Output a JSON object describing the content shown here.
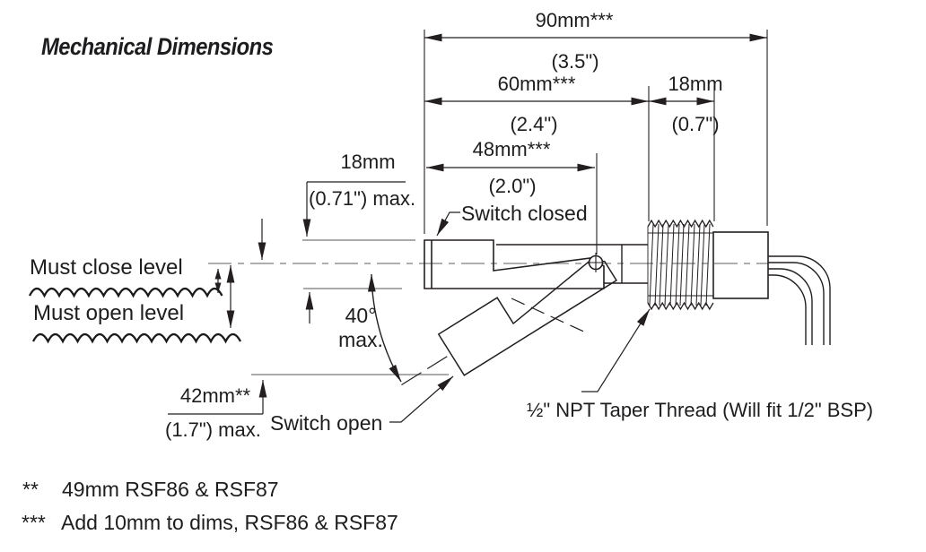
{
  "title": "Mechanical Dimensions",
  "dimensions": {
    "overall": {
      "metric": "90mm***",
      "imperial": "(3.5\")"
    },
    "to_thread": {
      "metric": "60mm***",
      "imperial": "(2.4\")"
    },
    "thread": {
      "metric": "18mm",
      "imperial": "(0.7\")"
    },
    "to_pivot": {
      "metric": "48mm***",
      "imperial": "(2.0\")"
    },
    "float_height": {
      "metric": "18mm",
      "imperial": "(0.71\") max."
    },
    "swing": {
      "angle": "40°",
      "qualifier": "max."
    },
    "drop": {
      "metric": "42mm**",
      "imperial": "(1.7\") max."
    }
  },
  "labels": {
    "switch_closed": "Switch closed",
    "switch_open": "Switch open",
    "must_close_level": "Must close level",
    "must_open_level": "Must open level",
    "thread_note": "½\" NPT Taper Thread (Will fit 1/2\" BSP)"
  },
  "footnotes": [
    {
      "marker": "**",
      "text": "49mm RSF86 & RSF87"
    },
    {
      "marker": "***",
      "text": "Add 10mm to dims, RSF86 & RSF87"
    }
  ],
  "colors": {
    "ink": "#231f20",
    "reference": "#8e8e8e",
    "background": "#ffffff"
  }
}
